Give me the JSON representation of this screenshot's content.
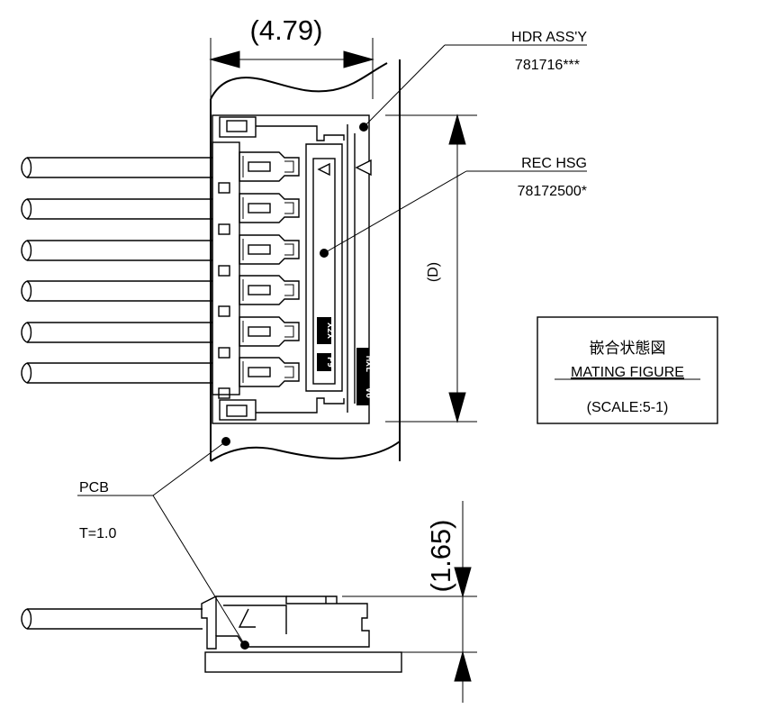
{
  "dimensions": {
    "width_value": "(4.79)",
    "depth_value": "(D)",
    "height_value": "(1.65)"
  },
  "labels": {
    "hdr_name": "HDR ASS'Y",
    "hdr_part": "781716***",
    "rec_name": "REC HSG",
    "rec_part": "78172500*",
    "pcb_name": "PCB",
    "pcb_thickness": "T=1.0"
  },
  "title_box": {
    "japanese": "嵌合状態図",
    "english": "MATING FIGURE",
    "scale": "(SCALE:5-1)"
  },
  "markings": {
    "rec_marking": "X2X",
    "rec_marking2": "P9",
    "hdr_marking": "MXL",
    "hdr_marking2": "V6"
  }
}
